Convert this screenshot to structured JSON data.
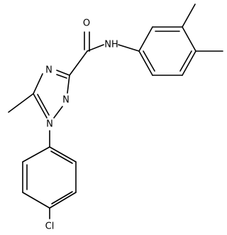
{
  "structure": {
    "kind": "chemical-structure",
    "atom_labels": {
      "carbonyl_oxygen": "O",
      "amide_nh": "NH",
      "triazole_n4": "N",
      "triazole_n2": "N",
      "triazole_n1": "N",
      "chlorine": "Cl"
    },
    "colors": {
      "line": "#000000",
      "background": "#ffffff"
    }
  }
}
